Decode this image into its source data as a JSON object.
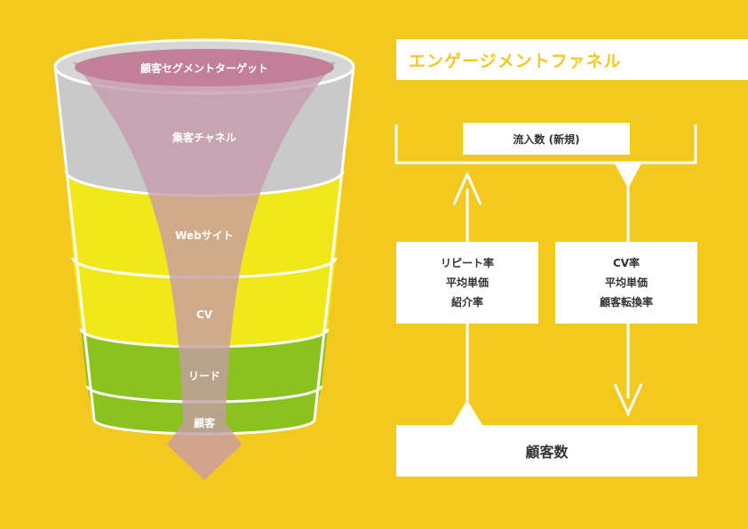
{
  "funnel": {
    "target": "顧客セグメントターゲット",
    "stages": [
      "集客チャネル",
      "Webサイト",
      "CV",
      "リード",
      "顧客"
    ]
  },
  "panel": {
    "title": "エンゲージメントファネル",
    "inflow": "流入数 (新規)",
    "left_metrics": [
      "リピート率",
      "平均単価",
      "紹介率"
    ],
    "right_metrics": [
      "CV率",
      "平均単価",
      "顧客転換率"
    ],
    "customers": "顧客数"
  },
  "colors": {
    "background": "#f3c81f",
    "gray": "#c9c9c9",
    "yellow": "#f0e81a",
    "green": "#8cc21f",
    "pink": "#c79aab"
  }
}
